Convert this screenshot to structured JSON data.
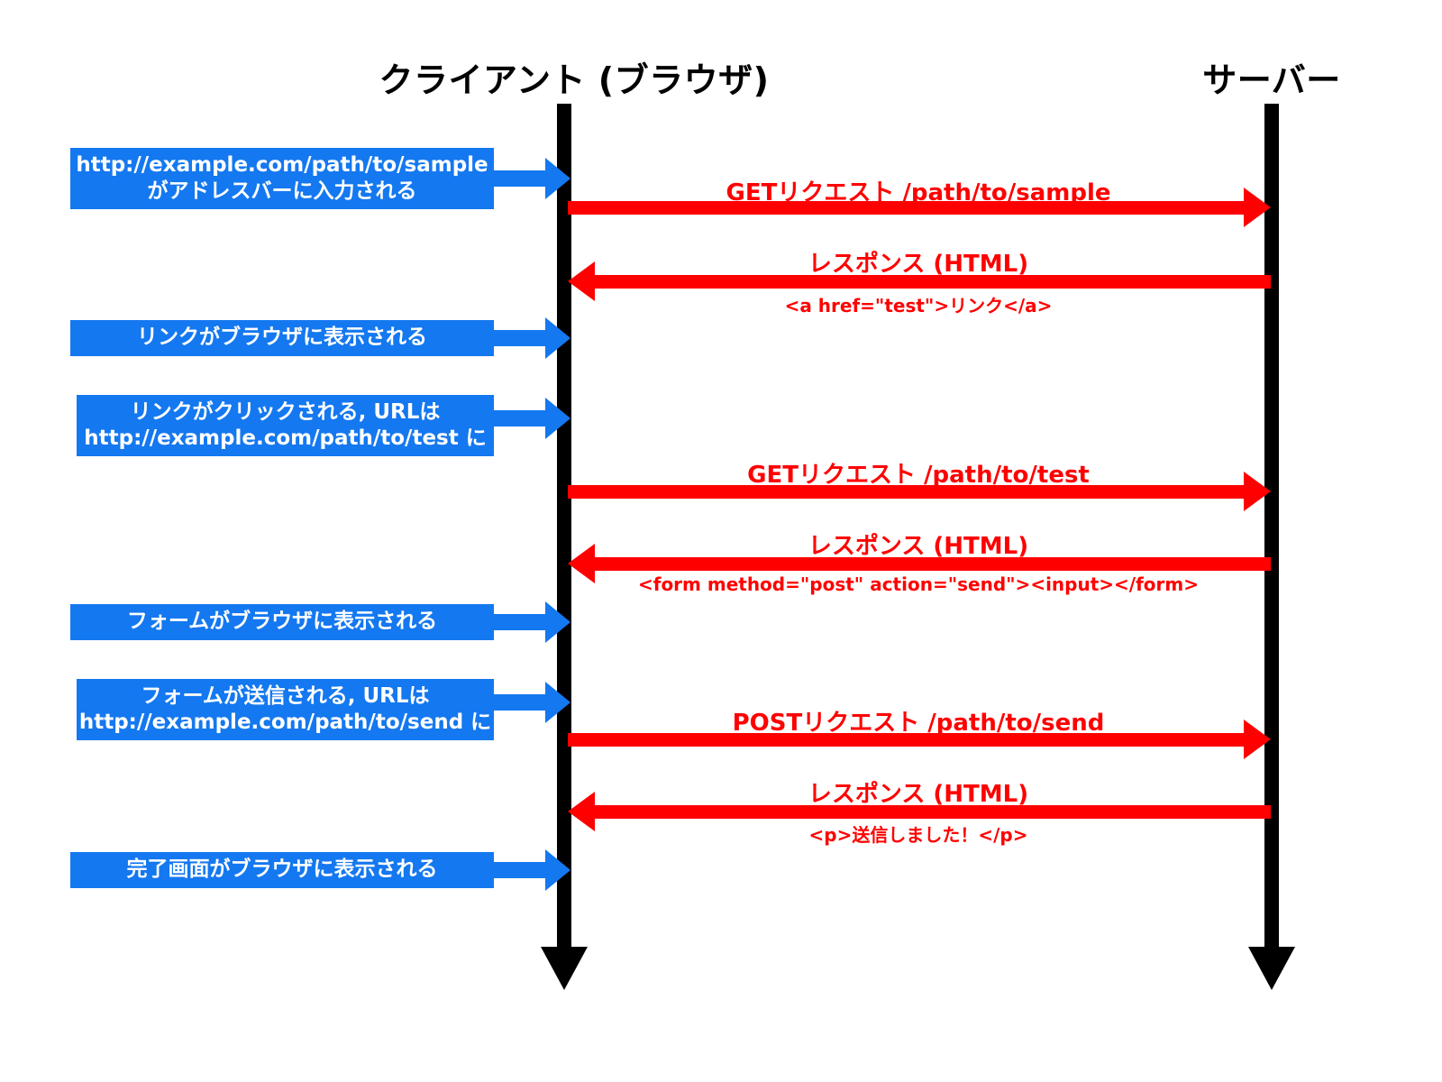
{
  "diagram": {
    "title_client": "クライアント (ブラウザ)",
    "title_server": "サーバー",
    "colors": {
      "note_bg": "#1478f0",
      "note_text": "#ffffff",
      "message": "#ff0000",
      "lifeline": "#000000",
      "background": "#ffffff"
    }
  },
  "notes": [
    {
      "line1": "http://example.com/path/to/sample",
      "line2": "がアドレスバーに入力される"
    },
    {
      "line1": "リンクがブラウザに表示される",
      "line2": ""
    },
    {
      "line1": "リンクがクリックされる, URLは",
      "line2": "http://example.com/path/to/test に"
    },
    {
      "line1": "フォームがブラウザに表示される",
      "line2": ""
    },
    {
      "line1": "フォームが送信される, URLは",
      "line2": "http://example.com/path/to/send に"
    },
    {
      "line1": "完了画面がブラウザに表示される",
      "line2": ""
    }
  ],
  "messages": [
    {
      "label": "GETリクエスト /path/to/sample",
      "sublabel": "",
      "direction": "client-to-server"
    },
    {
      "label": "レスポンス (HTML)",
      "sublabel": "<a href=\"test\">リンク</a>",
      "direction": "server-to-client"
    },
    {
      "label": "GETリクエスト /path/to/test",
      "sublabel": "",
      "direction": "client-to-server"
    },
    {
      "label": "レスポンス (HTML)",
      "sublabel": "<form method=\"post\" action=\"send\"><input></form>",
      "direction": "server-to-client"
    },
    {
      "label": "POSTリクエスト /path/to/send",
      "sublabel": "",
      "direction": "client-to-server"
    },
    {
      "label": "レスポンス (HTML)",
      "sublabel": "<p>送信しました！</p>",
      "direction": "server-to-client"
    }
  ]
}
